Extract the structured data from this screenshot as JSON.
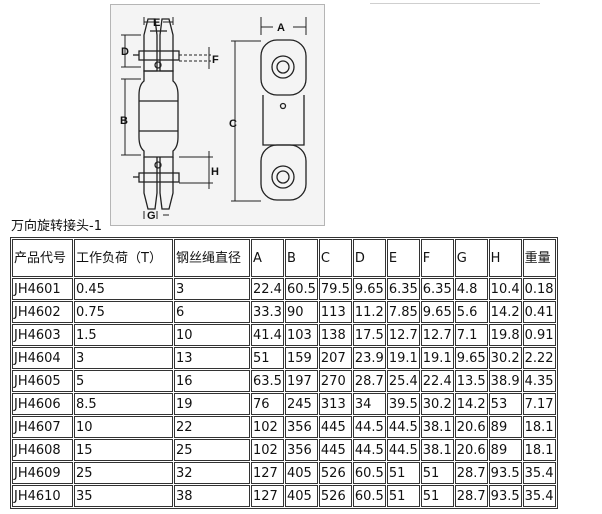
{
  "drawing": {
    "dimension_labels": {
      "a": "A",
      "b": "B",
      "c": "C",
      "d": "D",
      "e": "E",
      "f": "F",
      "g": "G",
      "h": "H"
    }
  },
  "caption": "万向旋转接头-1",
  "table": {
    "headers": [
      "产品代号",
      "工作负荷（T）",
      "钢丝绳直径",
      "A",
      "B",
      "C",
      "D",
      "E",
      "F",
      "G",
      "H",
      "重量"
    ],
    "rows": [
      [
        "JH4601",
        "0.45",
        "3",
        "22.4",
        "60.5",
        "79.5",
        "9.65",
        "6.35",
        "6.35",
        "4.8",
        "10.4",
        "0.18"
      ],
      [
        "JH4602",
        "0.75",
        "6",
        "33.3",
        "90",
        "113",
        "11.2",
        "7.85",
        "9.65",
        "5.6",
        "14.2",
        "0.41"
      ],
      [
        "JH4603",
        "1.5",
        "10",
        "41.4",
        "103",
        "138",
        "17.5",
        "12.7",
        "12.7",
        "7.1",
        "19.8",
        "0.91"
      ],
      [
        "JH4604",
        "3",
        "13",
        "51",
        "159",
        "207",
        "23.9",
        "19.1",
        "19.1",
        "9.65",
        "30.2",
        "2.22"
      ],
      [
        "JH4605",
        "5",
        "16",
        "63.5",
        "197",
        "270",
        "28.7",
        "25.4",
        "22.4",
        "13.5",
        "38.9",
        "4.35"
      ],
      [
        "JH4606",
        "8.5",
        "19",
        "76",
        "245",
        "313",
        "34",
        "39.5",
        "30.2",
        "14.2",
        "53",
        "7.17"
      ],
      [
        "JH4607",
        "10",
        "22",
        "102",
        "356",
        "445",
        "44.5",
        "44.5",
        "38.1",
        "20.6",
        "89",
        "18.1"
      ],
      [
        "JH4608",
        "15",
        "25",
        "102",
        "356",
        "445",
        "44.5",
        "44.5",
        "38.1",
        "20.6",
        "89",
        "18.1"
      ],
      [
        "JH4609",
        "25",
        "32",
        "127",
        "405",
        "526",
        "60.5",
        "51",
        "51",
        "28.7",
        "93.5",
        "35.4"
      ],
      [
        "JH4610",
        "35",
        "38",
        "127",
        "405",
        "526",
        "60.5",
        "51",
        "51",
        "28.7",
        "93.5",
        "35.4"
      ]
    ]
  }
}
